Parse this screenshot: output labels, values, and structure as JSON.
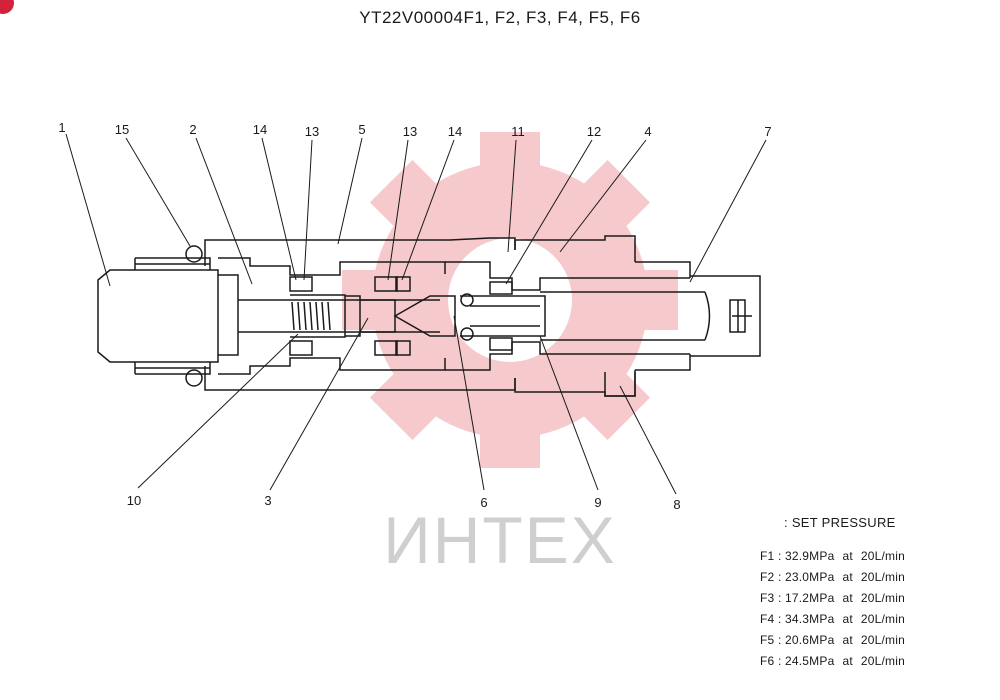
{
  "title": "YT22V00004F1, F2, F3, F4, F5, F6",
  "watermark": {
    "text": "ИНТЕХ",
    "gear_color": "#f6c9cc",
    "text_color": "#cfcfcf"
  },
  "callouts": [
    "1",
    "15",
    "2",
    "14",
    "13",
    "5",
    "13",
    "14",
    "11",
    "12",
    "4",
    "7",
    "10",
    "3",
    "6",
    "9",
    "8"
  ],
  "set_pressure": {
    "heading": ": SET PRESSURE",
    "rows": [
      {
        "label": "F1 : ",
        "value": "32.9MPa",
        "at": "at",
        "flow": "20L/min"
      },
      {
        "label": "F2 : ",
        "value": "23.0MPa",
        "at": "at",
        "flow": "20L/min"
      },
      {
        "label": "F3 : ",
        "value": "17.2MPa",
        "at": "at",
        "flow": "20L/min"
      },
      {
        "label": "F4 : ",
        "value": "34.3MPa",
        "at": "at",
        "flow": "20L/min"
      },
      {
        "label": "F5 : ",
        "value": "20.6MPa",
        "at": "at",
        "flow": "20L/min"
      },
      {
        "label": "F6 : ",
        "value": "24.5MPa",
        "at": "at",
        "flow": "20L/min"
      }
    ]
  },
  "colors": {
    "line": "#1a1a1a",
    "corner_mark": "#d3233a"
  }
}
